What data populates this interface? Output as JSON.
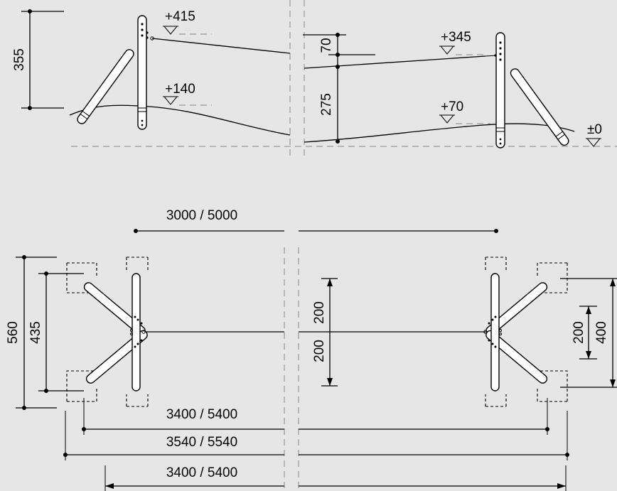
{
  "elevation": {
    "level_top_left": "+415",
    "level_mid_left": "+140",
    "level_top_right": "+345",
    "level_mid_right": "+70",
    "level_ground": "±0",
    "dim_height_left": "355",
    "dim_small_right": "70",
    "dim_large_right": "275"
  },
  "plan": {
    "dim_top_span": "3000 / 5000",
    "dim_left_outer": "560",
    "dim_left_inner": "435",
    "dim_center_upper": "200",
    "dim_center_lower": "200",
    "dim_right_inner": "200",
    "dim_right_outer": "400",
    "dim_bottom_1": "3400 / 5400",
    "dim_bottom_2": "3540 / 5540",
    "dim_bottom_3": "3400 / 5400"
  },
  "colors": {
    "background": "#e6e6e6",
    "line": "#000000",
    "dashed": "#9a9a9a"
  }
}
